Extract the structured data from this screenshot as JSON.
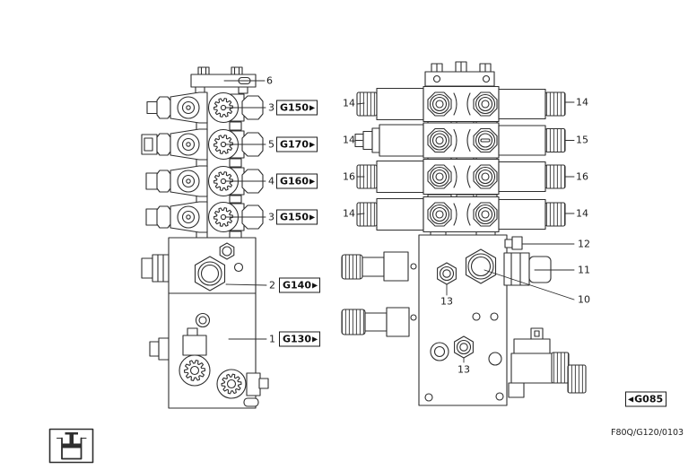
{
  "figure": {
    "code": "F80Q/G120/0103",
    "back_ref": {
      "arrow": "◀",
      "label": "G085"
    }
  },
  "left_stack": {
    "top_callout": "6",
    "sections": [
      {
        "num": "3",
        "ref": "G150",
        "arrow": "▶"
      },
      {
        "num": "5",
        "ref": "G170",
        "arrow": "▶"
      },
      {
        "num": "4",
        "ref": "G160",
        "arrow": "▶"
      },
      {
        "num": "3",
        "ref": "G150",
        "arrow": "▶"
      }
    ],
    "blocks": [
      {
        "num": "2",
        "ref": "G140",
        "arrow": "▶"
      },
      {
        "num": "1",
        "ref": "G130",
        "arrow": "▶"
      }
    ]
  },
  "right_stack": {
    "rows": [
      {
        "left": "14",
        "right": "14"
      },
      {
        "left": "14",
        "right": "15"
      },
      {
        "left": "16",
        "right": "16"
      },
      {
        "left": "14",
        "right": "14"
      }
    ],
    "plate": {
      "c12": "12",
      "c11": "11",
      "c10": "10",
      "c13_top": "13",
      "c13_bottom": "13"
    }
  }
}
